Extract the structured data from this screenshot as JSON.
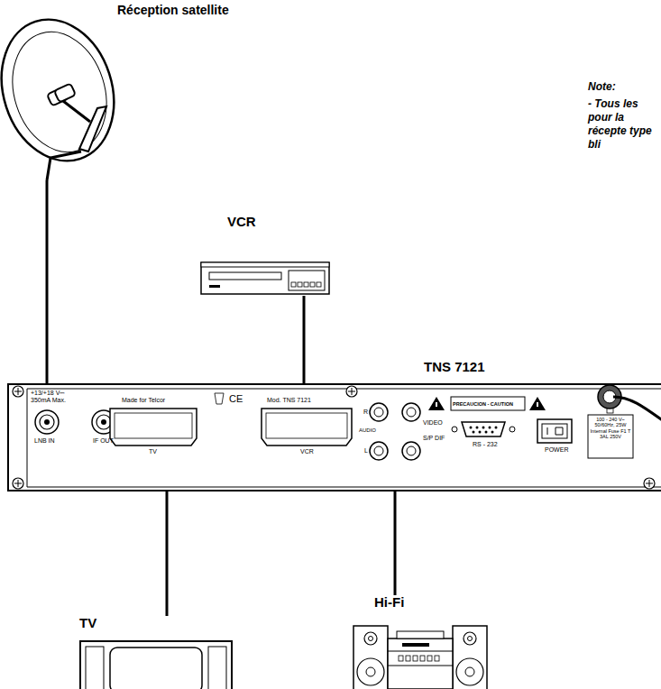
{
  "diagram": {
    "nodes": [
      {
        "text": [
          "Réception satellite"
        ]
      },
      {
        "text": [
          "VCR"
        ]
      },
      {
        "text": [
          "TNS 7121"
        ]
      },
      {
        "text": [
          "TV"
        ]
      },
      {
        "text": [
          "Hi-Fi"
        ]
      }
    ],
    "edges": [
      {
        "from": 0,
        "to": 2,
        "arrow": "none"
      },
      {
        "from": 1,
        "to": 2,
        "arrow": "none"
      },
      {
        "from": 2,
        "to": 3,
        "arrow": "none"
      },
      {
        "from": 2,
        "to": 4,
        "arrow": "none"
      }
    ],
    "labels": [
      "Note:",
      "- Tous les pour la récepte type bli",
      "+13/+18 V⎓",
      "350mA Max.",
      "LNB IN",
      "IF OUT",
      "Made for Telcor",
      "CE",
      "TV",
      "Mod. TNS 7121",
      "VCR",
      "R",
      "AUDIO",
      "L",
      "VIDEO",
      "S/P DIF",
      "PRECAUCION - CAUTION",
      "RS - 232",
      "POWER",
      "100 - 240 V~ 50/60Hz, 25W Internal Fuse F1 T 3AL 250V"
    ]
  }
}
